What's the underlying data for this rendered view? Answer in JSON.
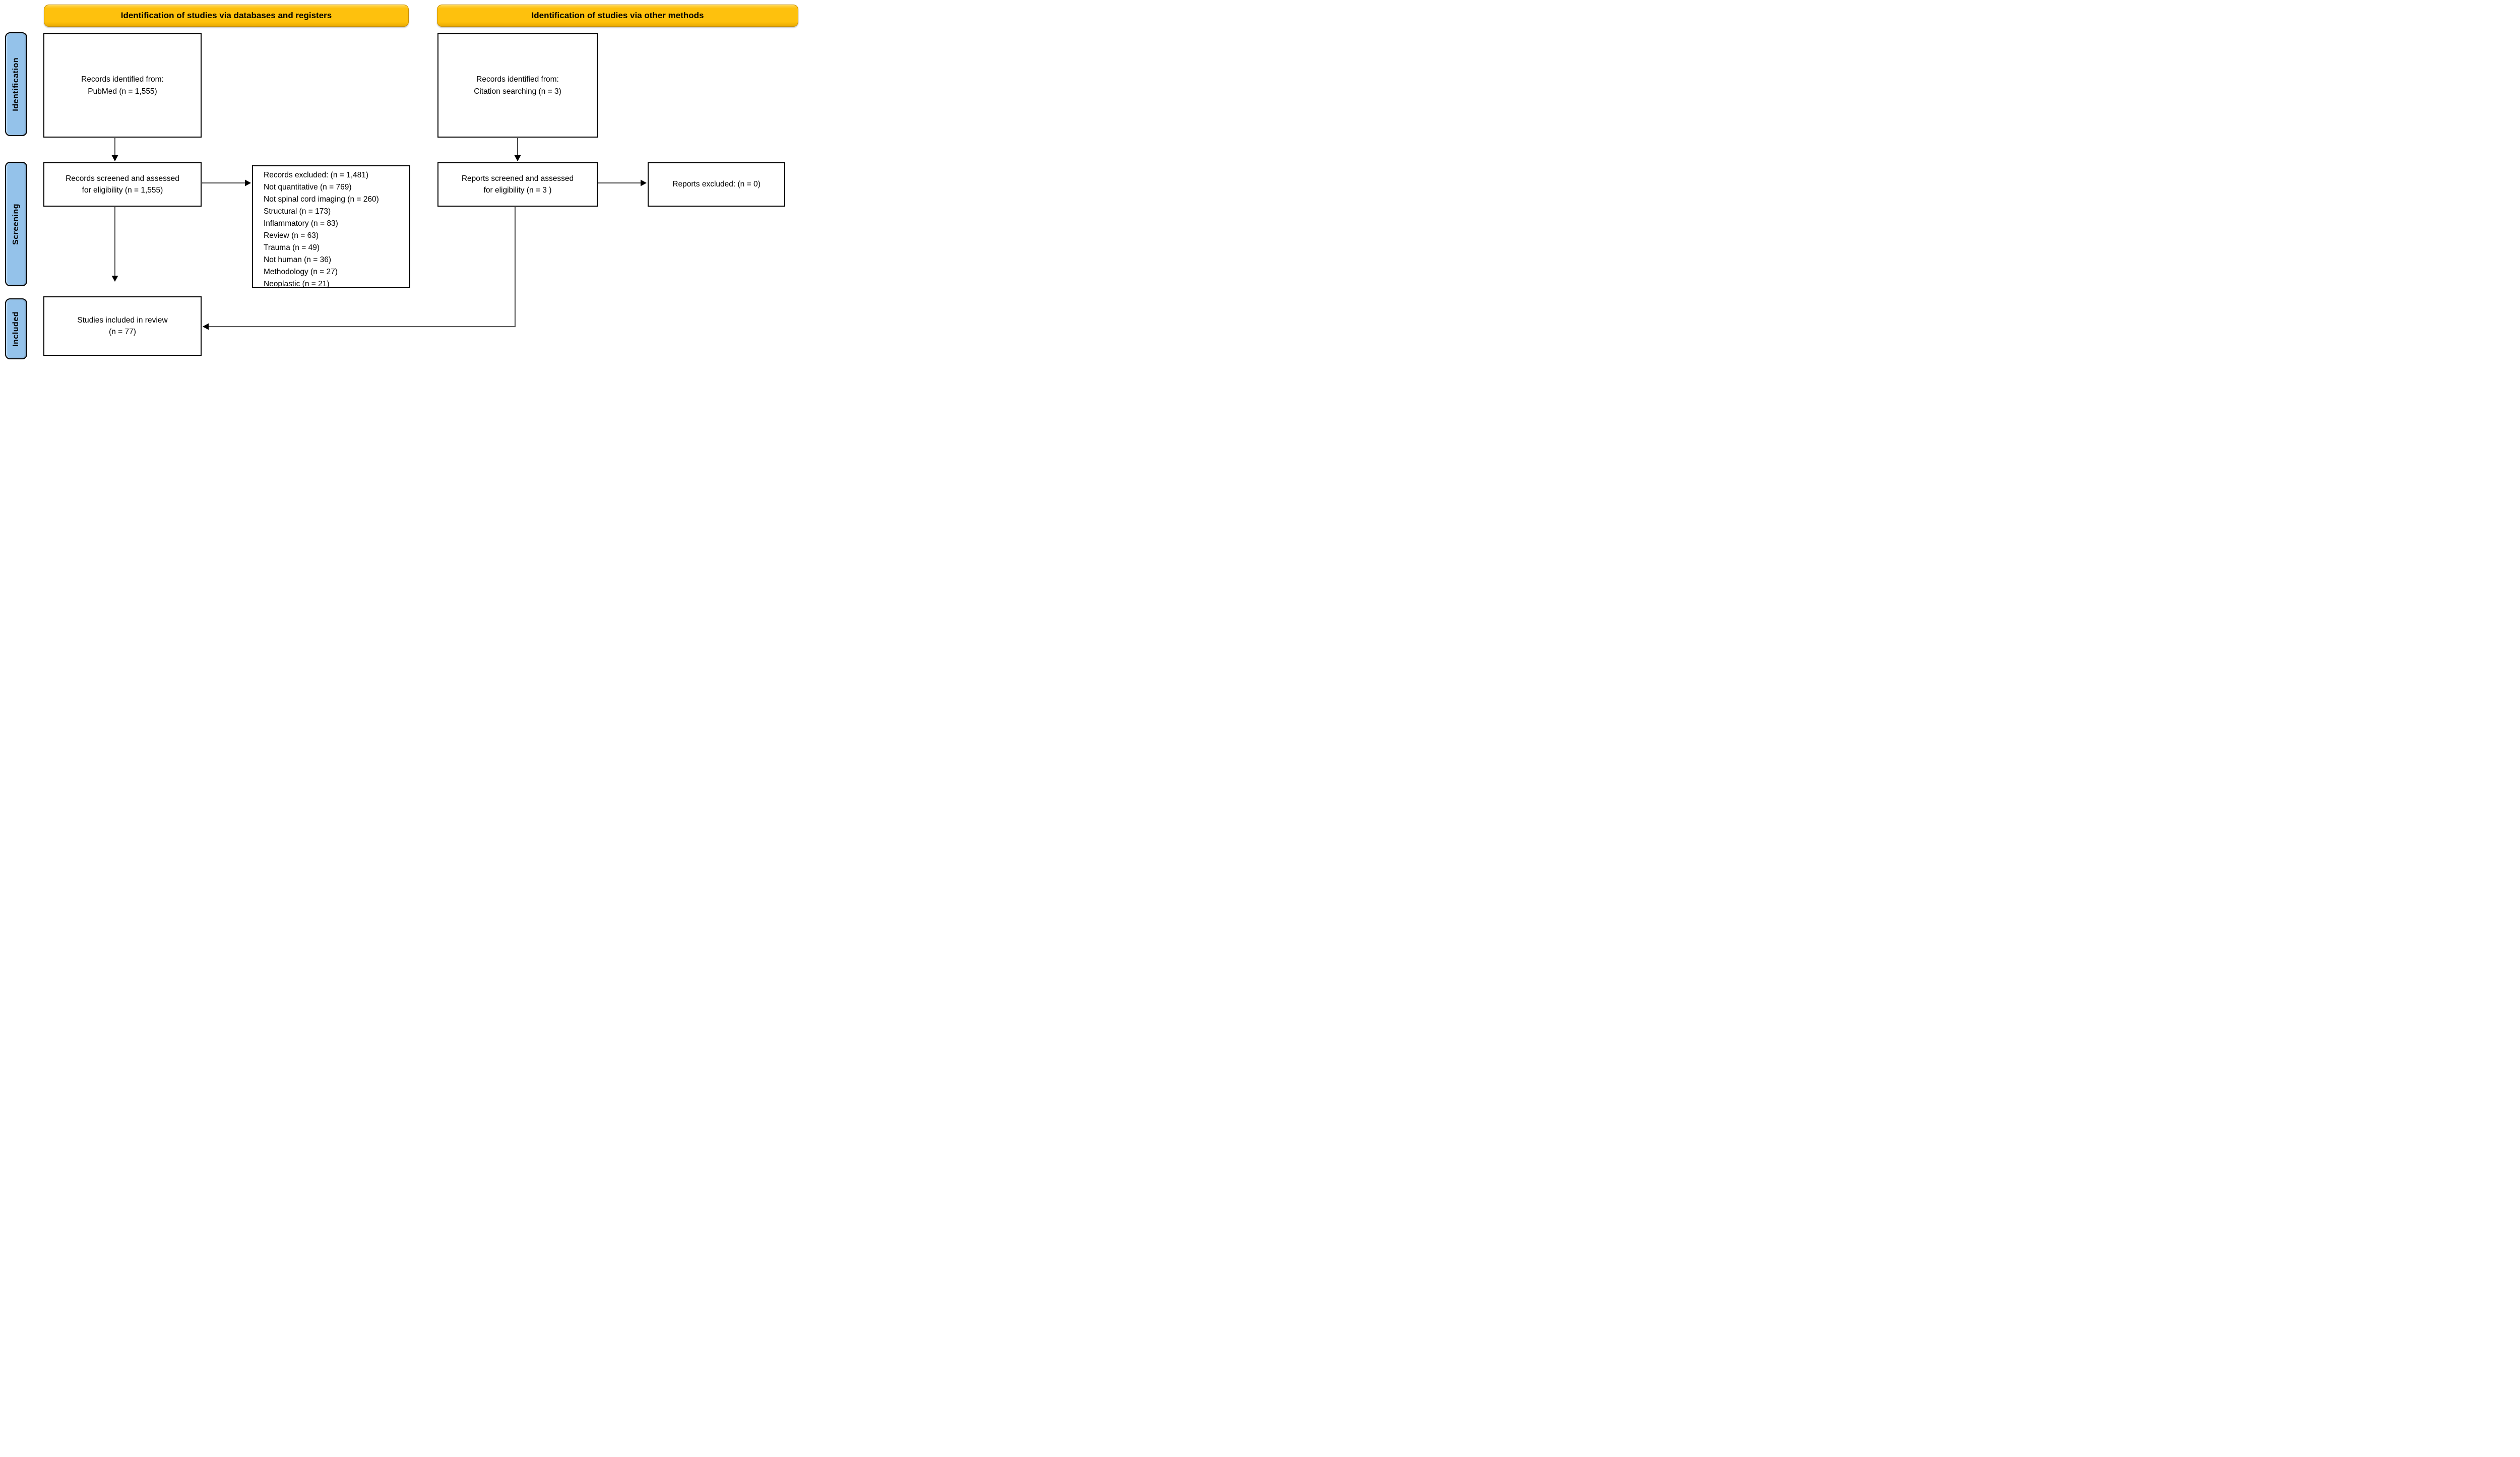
{
  "diagram": {
    "banners": {
      "databases": "Identification of studies via databases and registers",
      "other_methods": "Identification of studies via other methods"
    },
    "stages": {
      "identification": "Identification",
      "screening": "Screening",
      "included": "Included"
    },
    "boxes": {
      "records_identified_db": {
        "line1": "Records identified from:",
        "line2": "PubMed (n = 1,555)"
      },
      "records_screened": {
        "line1": "Records screened and assessed",
        "line2": "for eligibility (n = 1,555)"
      },
      "records_excluded": {
        "lines": [
          "Records excluded: (n = 1,481)",
          "Not quantitative (n = 769)",
          "Not spinal cord imaging (n = 260)",
          "Structural (n = 173)",
          "Inflammatory (n = 83)",
          "Review (n = 63)",
          "Trauma (n = 49)",
          "Not human (n = 36)",
          "Methodology (n = 27)",
          "Neoplastic (n = 21)"
        ]
      },
      "studies_included": {
        "line1": "Studies included in review",
        "line2": "(n = 77)"
      },
      "records_identified_other": {
        "line1": "Records identified from:",
        "line2": "Citation searching (n = 3)"
      },
      "reports_screened": {
        "line1": "Reports screened and assessed",
        "line2": "for eligibility (n = 3 )"
      },
      "reports_excluded": {
        "line1": "Reports excluded: (n = 0)"
      }
    },
    "colors": {
      "banner_fill": "#FEC10D",
      "banner_edge": "#C98F00",
      "stage_fill": "#94C2EA",
      "box_fill": "#FFFFFF",
      "connector_black": "#1A1A1A",
      "connector_gray": "#595959",
      "arrowhead": "#000000"
    }
  }
}
